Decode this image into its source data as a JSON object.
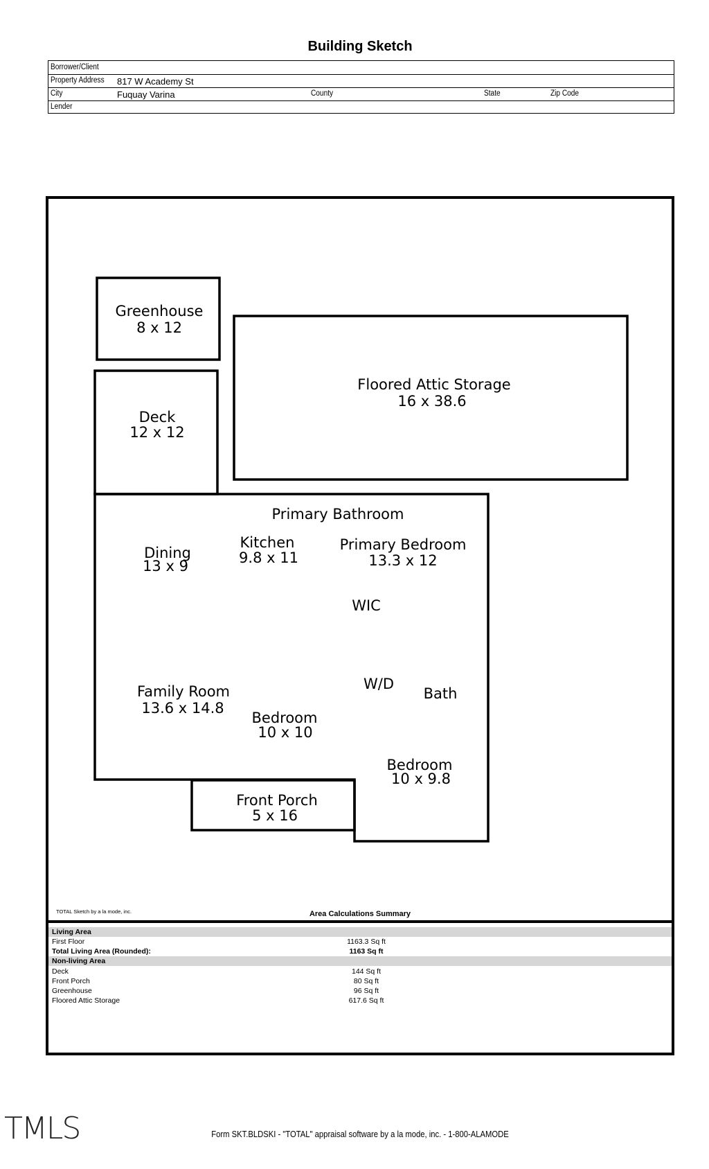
{
  "title": "Building Sketch",
  "header": {
    "borrower_label": "Borrower/Client",
    "address_label": "Property Address",
    "address_value": "817 W Academy St",
    "city_label": "City",
    "city_value": "Fuquay Varina",
    "county_label": "County",
    "state_label": "State",
    "zip_label": "Zip Code",
    "lender_label": "Lender"
  },
  "rooms": {
    "greenhouse": {
      "name": "Greenhouse",
      "dims": "8 x 12"
    },
    "attic": {
      "name": "Floored Attic Storage",
      "dims": "16 x 38.6"
    },
    "deck": {
      "name": "Deck",
      "dims": "12 x 12"
    },
    "primary_bath": {
      "name": "Primary Bathroom"
    },
    "dining": {
      "name": "Dining",
      "dims": "13 x 9"
    },
    "kitchen": {
      "name": "Kitchen",
      "dims": "9.8 x 11"
    },
    "primary_bed": {
      "name": "Primary Bedroom",
      "dims": "13.3 x 12"
    },
    "wic": {
      "name": "WIC"
    },
    "family": {
      "name": "Family Room",
      "dims": "13.6 x 14.8"
    },
    "wd": {
      "name": "W/D"
    },
    "bath": {
      "name": "Bath"
    },
    "bedroom1": {
      "name": "Bedroom",
      "dims": "10 x 10"
    },
    "bedroom2": {
      "name": "Bedroom",
      "dims": "10 x 9.8"
    },
    "porch": {
      "name": "Front Porch",
      "dims": "5 x 16"
    }
  },
  "summary": {
    "credit": "TOTAL Sketch by a la mode, inc.",
    "title": "Area Calculations Summary",
    "living_header": "Living Area",
    "first_floor_label": "First Floor",
    "first_floor_value": "1163.3 Sq ft",
    "total_label": "Total Living Area (Rounded):",
    "total_value": "1163 Sq ft",
    "nonliving_header": "Non-living Area",
    "deck_label": "Deck",
    "deck_value": "144 Sq ft",
    "porch_label": "Front Porch",
    "porch_value": "80 Sq ft",
    "greenhouse_label": "Greenhouse",
    "greenhouse_value": "96 Sq ft",
    "attic_label": "Floored Attic Storage",
    "attic_value": "617.6 Sq ft"
  },
  "logo": "TMLS",
  "footer": "Form SKT.BLDSKI - \"TOTAL\" appraisal software by a la mode, inc. - 1-800-ALAMODE"
}
